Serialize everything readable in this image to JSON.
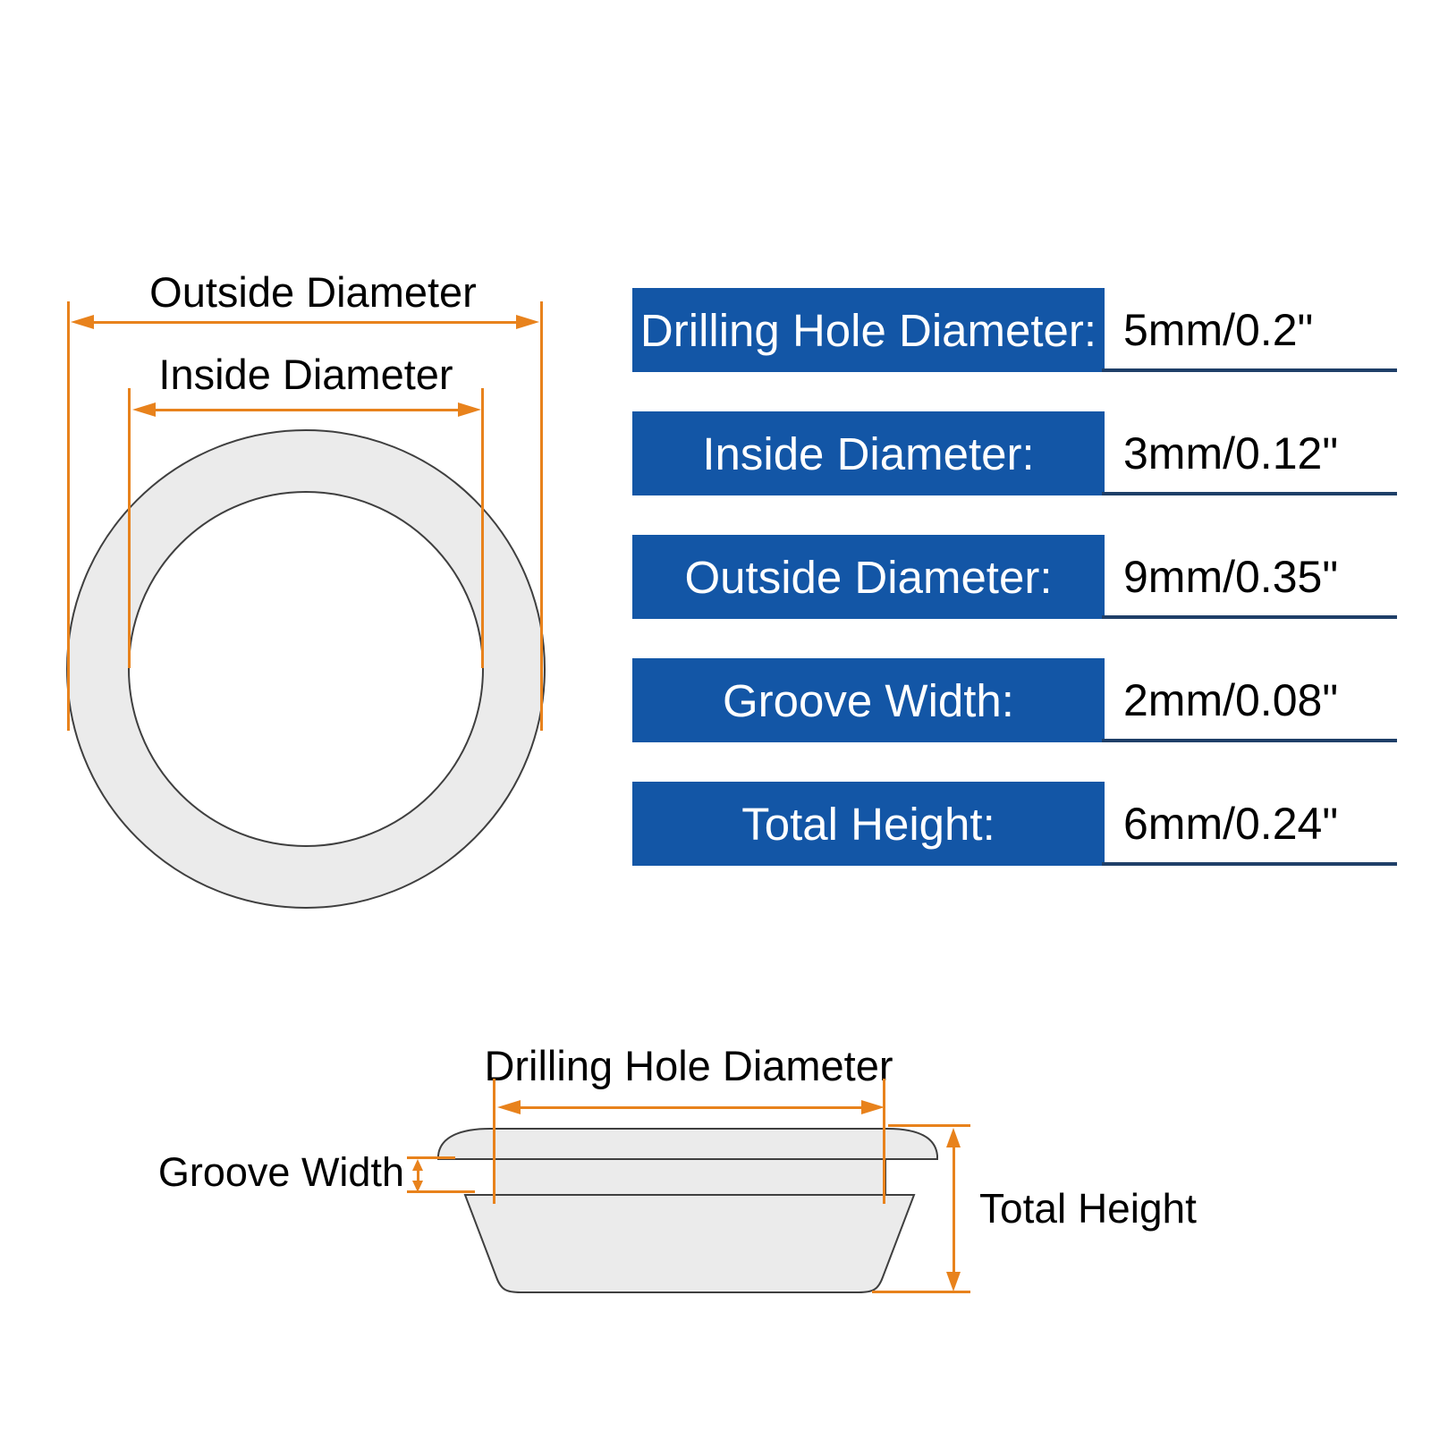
{
  "colors": {
    "accent_orange": "#E8821C",
    "table_blue": "#1356A6",
    "table_underline_navy": "#1F3F68",
    "shape_fill_gray": "#EBEBEB",
    "shape_stroke_gray": "#3F3F3F",
    "label_text_white": "#FFFFFF",
    "value_text_black": "#000000"
  },
  "top_view": {
    "outside_diameter_label": "Outside Diameter",
    "inside_diameter_label": "Inside Diameter"
  },
  "spec_table": {
    "rows": [
      {
        "label": "Drilling Hole Diameter:",
        "value": "5mm/0.2\""
      },
      {
        "label": "Inside Diameter:",
        "value": "3mm/0.12\""
      },
      {
        "label": "Outside Diameter:",
        "value": "9mm/0.35\""
      },
      {
        "label": "Groove Width:",
        "value": "2mm/0.08\""
      },
      {
        "label": "Total Height:",
        "value": "6mm/0.24\""
      }
    ]
  },
  "side_view": {
    "drilling_hole_diameter_label": "Drilling Hole Diameter",
    "groove_width_label": "Groove Width",
    "total_height_label": "Total Height"
  }
}
